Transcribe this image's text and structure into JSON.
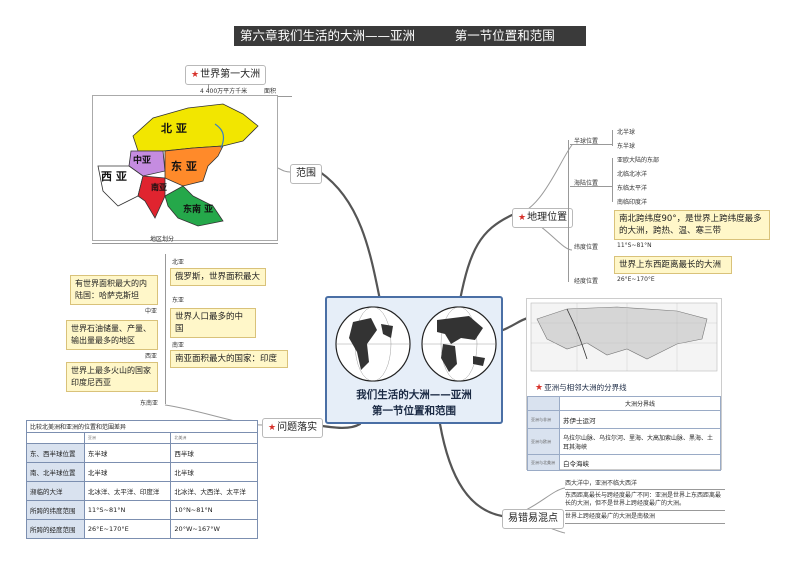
{
  "header": {
    "chapter": "第六章我们生活的大洲——亚洲",
    "section": "第一节位置和范围"
  },
  "center": {
    "title_line1": "我们生活的大洲——亚洲",
    "title_line2": "第一节位置和范围"
  },
  "range": {
    "topic": "范围",
    "first_label": "世界第一大洲",
    "area_value": "4 400万平方千米",
    "area_label": "面积",
    "map_caption": "地区划分",
    "regions": [
      "北 亚",
      "中亚",
      "西 亚",
      "东 亚",
      "南亚",
      "东南 亚"
    ]
  },
  "location": {
    "topic": "地理位置",
    "hemi_label": "半球位置",
    "hemi_items": [
      "北半球",
      "东半球"
    ],
    "sea_label": "海陆位置",
    "sea_items": [
      "亚欧大陆的东部",
      "北临北冰洋",
      "东临太平洋",
      "南临印度洋"
    ],
    "lat_note": "南北跨纬度90°，是世界上跨纬度最多的大洲，跨热、温、寒三带",
    "lat_label": "纬度位置",
    "lat_value": "11°S~81°N",
    "lon_note": "世界上东西距离最长的大洲",
    "lon_label": "经度位置",
    "lon_value": "26°E~170°E"
  },
  "problems": {
    "topic": "问题落实",
    "q1": "有世界面积最大的内陆国：哈萨克斯坦",
    "q1_region": "中亚",
    "q2": "世界石油储量、产量、输出量最多的地区",
    "q2_region": "西亚",
    "q3": "世界上最多火山的国家印度尼西亚",
    "q3_region": "东南亚",
    "a1_region": "北亚",
    "a1": "俄罗斯，世界面积最大",
    "a2_region": "东亚",
    "a2": "世界人口最多的中国",
    "a3_region": "南亚",
    "a3": "南亚面积最大的国家：印度"
  },
  "compare": {
    "title": "比较北美洲和亚洲的位置和范围差异",
    "header": [
      "",
      "亚洲",
      "北美洲"
    ],
    "rows": [
      {
        "label": "东、西半球位置",
        "asia": "东半球",
        "na": "西半球"
      },
      {
        "label": "南、北半球位置",
        "asia": "北半球",
        "na": "北半球"
      },
      {
        "label": "濒临的大洋",
        "asia": "北冰洋、太平洋、印度洋",
        "na": "北冰洋、大西洋、太平洋"
      },
      {
        "label": "所跨的纬度范围",
        "asia": "11°S~81°N",
        "na": "10°N~81°N"
      },
      {
        "label": "所跨的经度范围",
        "asia": "26°E~170°E",
        "na": "20°W~167°W"
      }
    ]
  },
  "boundary": {
    "caption": "亚洲与相邻大洲的分界线",
    "header": "大洲分界线",
    "rows": [
      {
        "label": "亚洲与非洲",
        "value": "苏伊士运河"
      },
      {
        "label": "亚洲与欧洲",
        "value": "乌拉尔山脉、乌拉尔河、里海、大高加索山脉、黑海、土耳其海峡"
      },
      {
        "label": "亚洲与北美洲",
        "value": "白令海峡"
      }
    ]
  },
  "mistakes": {
    "topic": "易错易混点",
    "items": [
      "西大洋中，亚洲不临大西洋",
      "东西距离最长与跨经度最广不同：亚洲是世界上东西距离最长的大洲，但不是世界上跨经度最广的大洲。",
      "世界上跨经度最广的大洲是南极洲"
    ]
  },
  "colors": {
    "north": "#f2e600",
    "east": "#ff8a2a",
    "central": "#c58ce0",
    "west": "#ffffff",
    "south": "#e0242f",
    "southeast": "#25a84a",
    "frame": "#4a6fa5"
  }
}
